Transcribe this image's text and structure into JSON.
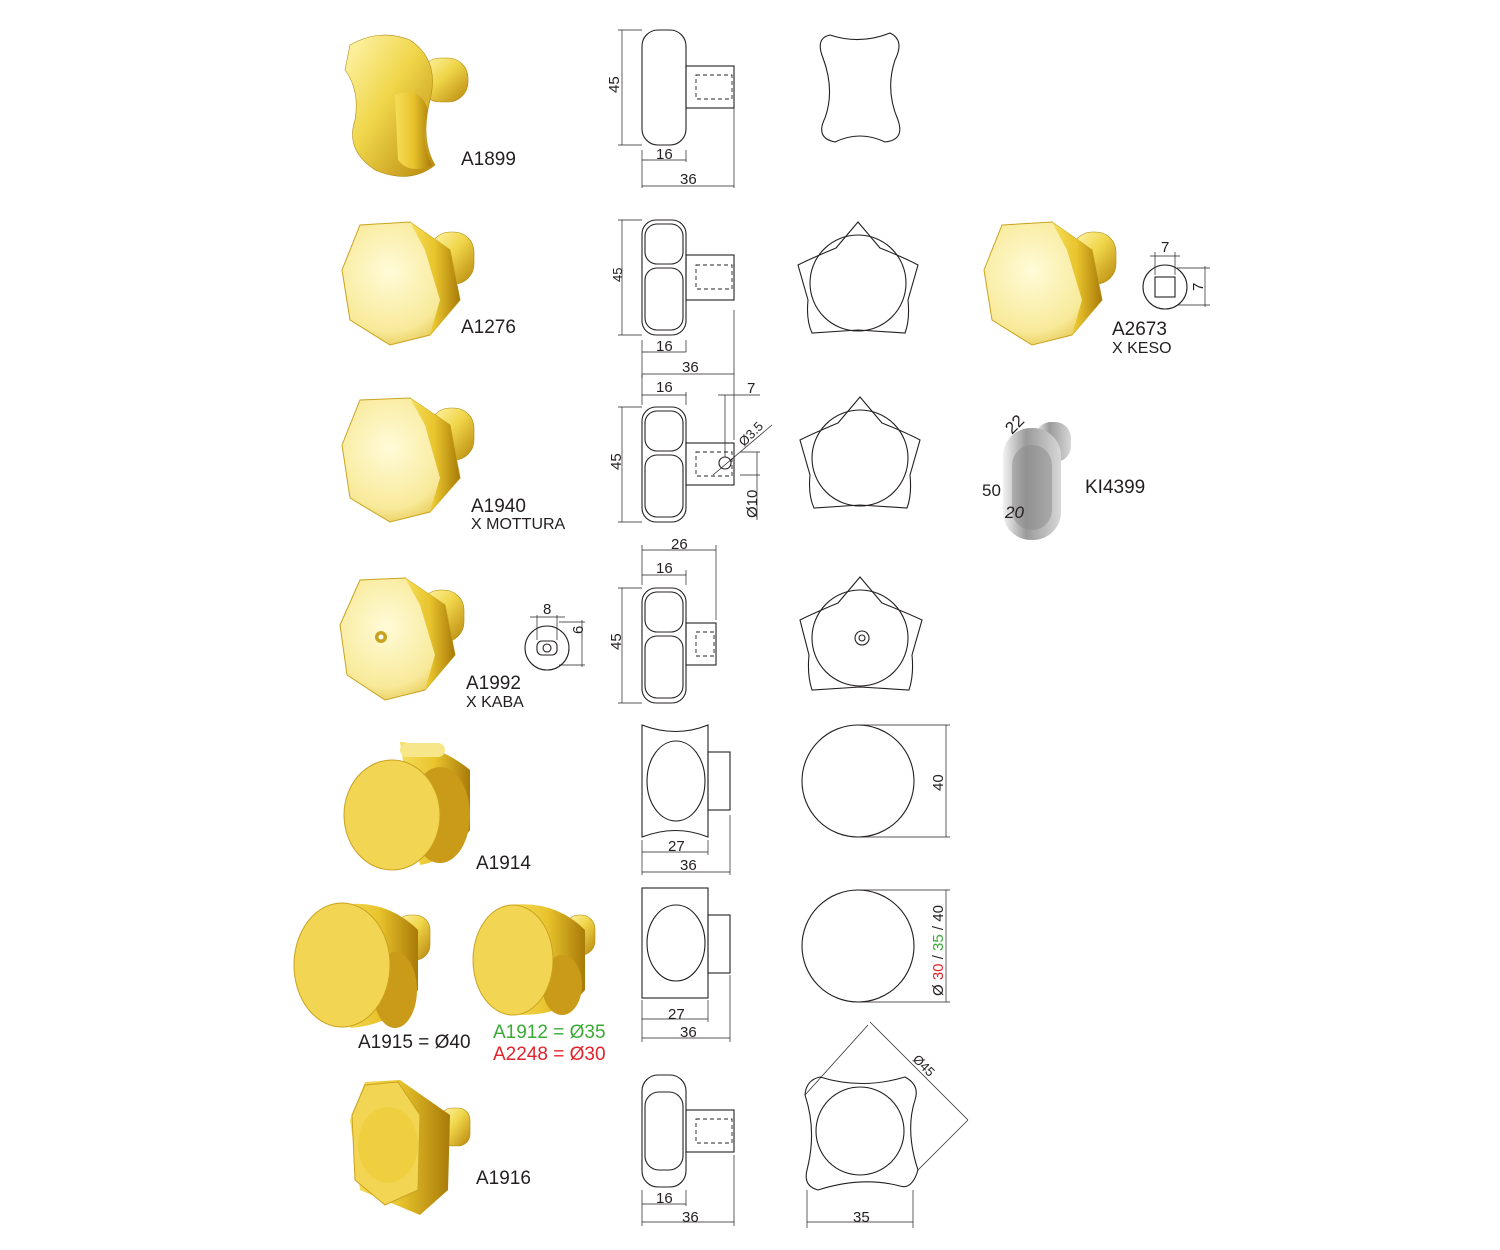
{
  "colors": {
    "gold": "#e9c93a",
    "green": "#3aaa35",
    "red": "#e2232a",
    "ink": "#231f20"
  },
  "products": {
    "a1899": {
      "code": "A1899",
      "dims": {
        "height": "45",
        "head": "16",
        "total": "36"
      }
    },
    "a1276": {
      "code": "A1276",
      "dims": {
        "height": "45",
        "head": "16",
        "total": "36"
      }
    },
    "a2673": {
      "code": "A2673",
      "note": "X KESO",
      "dims": {
        "w": "7",
        "h": "7"
      }
    },
    "a1940": {
      "code": "A1940",
      "note": "X MOTTURA",
      "dims": {
        "head": "16",
        "offset": "7",
        "height": "45",
        "hole": "Ø3.5",
        "stem": "Ø10"
      }
    },
    "ki4399": {
      "code": "KI4399",
      "dims": {
        "top": "22",
        "height": "50",
        "width": "20"
      }
    },
    "a1992": {
      "code": "A1992",
      "note": "X KABA",
      "dims": {
        "w": "8",
        "h": "6",
        "total": "26",
        "head": "16",
        "height": "45"
      }
    },
    "a1914": {
      "code": "A1914",
      "dims": {
        "head": "27",
        "total": "36",
        "diameter": "40"
      }
    },
    "a1915": {
      "label": "A1915 = Ø40",
      "dims": {
        "head": "27",
        "total": "36"
      },
      "diameters": {
        "prefix": "Ø ",
        "d30": "30",
        "sep1": " / ",
        "d35": "35",
        "sep2": " / ",
        "d40": "40"
      }
    },
    "a1912": {
      "label": "A1912 = Ø35"
    },
    "a2248": {
      "label": "A2248 = Ø30"
    },
    "a1916": {
      "code": "A1916",
      "dims": {
        "head": "16",
        "total": "36",
        "diag": "Ø45",
        "width": "35"
      }
    }
  }
}
